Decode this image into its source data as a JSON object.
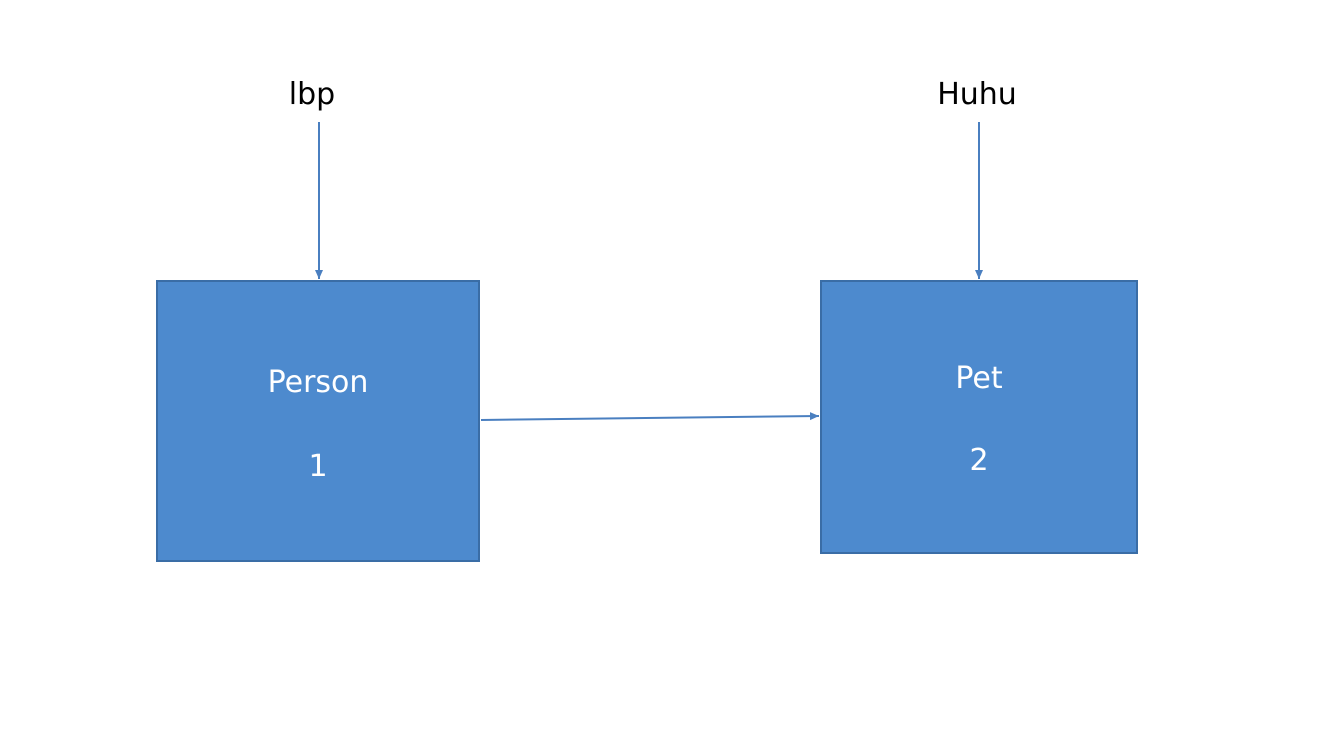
{
  "references": {
    "left": "lbp",
    "right": "Huhu"
  },
  "objects": {
    "person": {
      "name": "Person",
      "id": "1"
    },
    "pet": {
      "name": "Pet",
      "id": "2"
    }
  },
  "colors": {
    "box_fill": "#4d8ace",
    "box_border": "#3a6da6",
    "arrow": "#4a7fc0"
  }
}
